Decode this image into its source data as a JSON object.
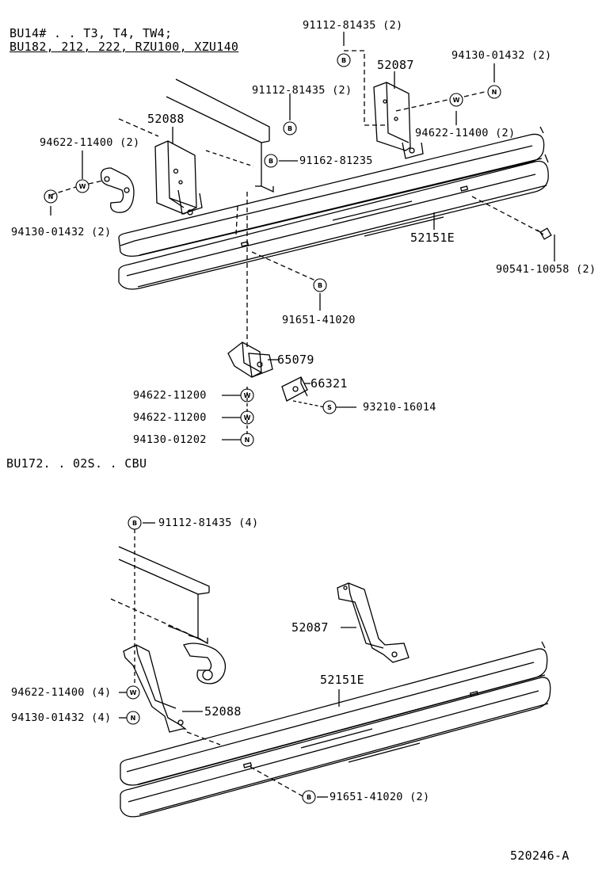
{
  "header": {
    "line1": "BU14# . . T3, T4, TW4;",
    "line2": "BU182, 212, 222, RZU100, XZU140"
  },
  "top_section": {
    "labels": {
      "p91112_top": "91112-81435 (2)",
      "p52087": "52087",
      "p94130_right": "94130-01432 (2)",
      "p91112_mid": "91112-81435 (2)",
      "p52088": "52088",
      "p94622_left": "94622-11400 (2)",
      "p94622_right": "94622-11400 (2)",
      "p91162": "91162-81235",
      "p52151E": "52151E",
      "p94130_left": "94130-01432 (2)",
      "p90541": "90541-10058 (2)",
      "p91651": "91651-41020",
      "p65079": "65079",
      "p66321": "66321",
      "p94622_11200_a": "94622-11200",
      "p94622_11200_b": "94622-11200",
      "p93210": "93210-16014",
      "p94130_01202": "94130-01202"
    }
  },
  "bottom_section": {
    "title": "BU172. . 02S. . CBU",
    "labels": {
      "p91112": "91112-81435 (4)",
      "p52087": "52087",
      "p52151E": "52151E",
      "p94622": "94622-11400 (4)",
      "p94130": "94130-01432 (4)",
      "p52088": "52088",
      "p91651": "91651-41020 (2)"
    }
  },
  "footer": {
    "code": "520246-A"
  },
  "symbols": {
    "bolt": "B",
    "washer": "W",
    "nut": "N",
    "screw": "S"
  }
}
